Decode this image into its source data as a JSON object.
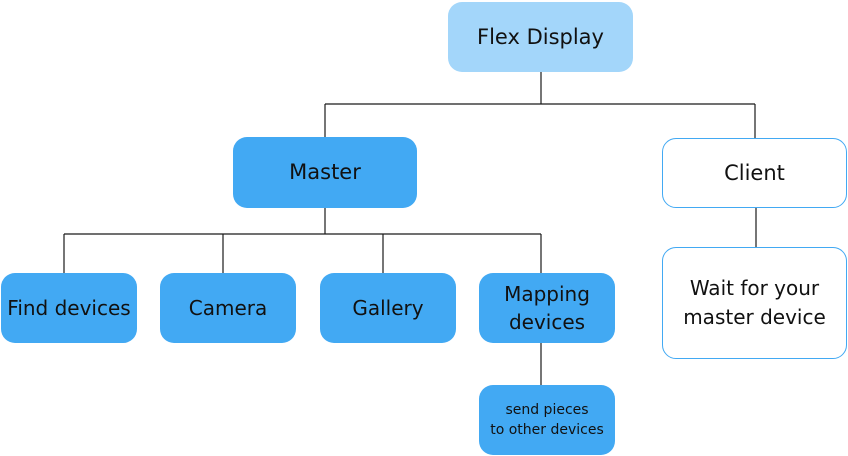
{
  "root": {
    "label": "Flex Display"
  },
  "master": {
    "label": "Master",
    "children": [
      {
        "label": "Find devices"
      },
      {
        "label": "Camera"
      },
      {
        "label": "Gallery"
      },
      {
        "label": "Mapping\ndevices"
      }
    ],
    "mapping_child": {
      "label": "send pieces\nto other devices"
    }
  },
  "client": {
    "label": "Client",
    "child": {
      "label": "Wait for your\nmaster device"
    }
  },
  "colors": {
    "root_fill": "#a3d6fa",
    "branch_fill": "#42a9f3",
    "client_fill": "#ffffff",
    "client_border": "#42a9f3",
    "connector": "#1a1a1a"
  }
}
